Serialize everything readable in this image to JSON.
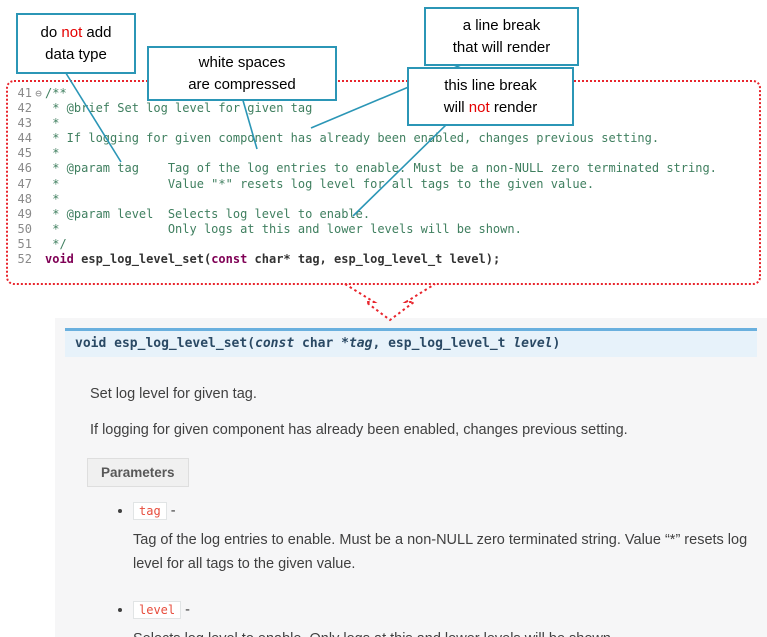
{
  "colors": {
    "callout_border": "#2b96b6",
    "highlight_red": "#e40000",
    "dotted_outline": "#e8252d",
    "comment_green": "#3f7f5f",
    "keyword_purple": "#7f0055",
    "sig_border_blue": "#6ab0de",
    "sig_background": "#e7f2fa",
    "param_chip_red": "#e74c3c"
  },
  "callouts": {
    "no_datatype": {
      "l1a": "do ",
      "l1b": "not",
      "l1c": " add",
      "l2": "data type"
    },
    "whitespace": {
      "l1": "white spaces",
      "l2": "are compressed"
    },
    "break_render": {
      "l1": "a line break",
      "l2": "that will render"
    },
    "break_norender": {
      "l1": "this line break",
      "l2a": "will ",
      "l2b": "not",
      "l2c": " render"
    }
  },
  "code": {
    "fold_icon": "⊖",
    "lines": [
      {
        "n": "41",
        "t": "/**"
      },
      {
        "n": "42",
        "t": " * @brief Set log level for given tag"
      },
      {
        "n": "43",
        "t": " *"
      },
      {
        "n": "44",
        "t": " * If logging for given component has already been enabled, changes previous setting."
      },
      {
        "n": "45",
        "t": " *"
      },
      {
        "n": "46",
        "t": " * @param tag    Tag of the log entries to enable. Must be a non-NULL zero terminated string."
      },
      {
        "n": "47",
        "t": " *               Value \"*\" resets log level for all tags to the given value."
      },
      {
        "n": "48",
        "t": " *"
      },
      {
        "n": "49",
        "t": " * @param level  Selects log level to enable."
      },
      {
        "n": "50",
        "t": " *               Only logs at this and lower levels will be shown."
      },
      {
        "n": "51",
        "t": " */"
      },
      {
        "n": "52"
      }
    ],
    "line52": {
      "kw1": "void",
      "mid1": " esp_log_level_set(",
      "kw2": "const",
      "mid2": " char* tag, esp_log_level_t level);"
    }
  },
  "doc": {
    "signature": {
      "ret": "void ",
      "name": "esp_log_level_set",
      "open": "(",
      "kw": "const",
      "mid": " char *",
      "arg1": "tag",
      "comma": ", ",
      "type": "esp_log_level_t ",
      "arg2": "level",
      "close": ")"
    },
    "p1": "Set log level for given tag.",
    "p2": "If logging for given component has already been enabled, changes previous setting.",
    "params_label": "Parameters",
    "bullets": [
      {
        "term": "tag",
        "sep": " - ",
        "desc": "Tag of the log entries to enable. Must be a non-NULL zero terminated string. Value “*” resets log level for all tags to the given value."
      },
      {
        "term": "level",
        "sep": " - ",
        "desc": "Selects log level to enable. Only logs at this and lower levels will be shown."
      }
    ]
  }
}
